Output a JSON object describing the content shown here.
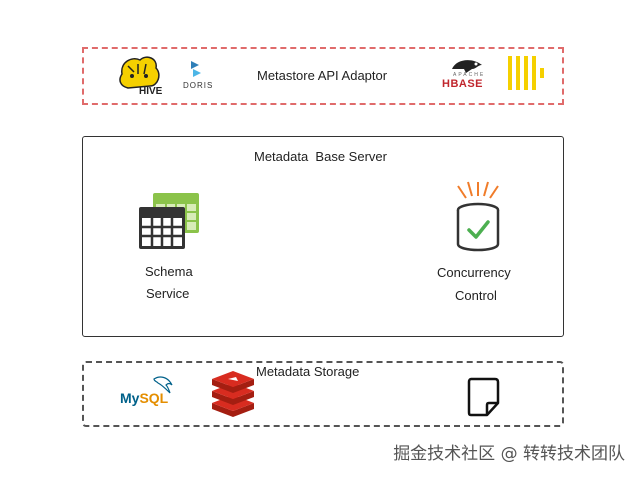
{
  "adaptor": {
    "title": "Metastore API Adaptor",
    "logos": {
      "hive": {
        "icon": "hive-bee-icon",
        "text": "HIVE"
      },
      "doris": {
        "icon": "doris-logo-icon",
        "text": "DORIS"
      },
      "hbase": {
        "icon": "hbase-orca-icon",
        "prefix": "APACHE",
        "text": "HBASE"
      },
      "clickhouse": {
        "icon": "clickhouse-bars-icon"
      }
    },
    "border_color": "#e06b6b"
  },
  "server": {
    "title": "Metadata  Base Server",
    "schema": {
      "icon": "table-grid-icon",
      "line1": "Schema",
      "line2": "Service"
    },
    "concurrency": {
      "icon": "database-check-icon",
      "line1": "Concurrency",
      "line2": "Control"
    }
  },
  "storage": {
    "title": "Metadata Storage",
    "logos": {
      "mysql": {
        "icon": "mysql-dolphin-icon",
        "text_my": "My",
        "text_sql": "SQL"
      },
      "redis": {
        "icon": "redis-stack-icon"
      },
      "file": {
        "icon": "document-icon"
      }
    }
  },
  "watermark": "掘金技术社区 @ 转转技术团队",
  "colors": {
    "hive_yellow": "#f5d000",
    "clickhouse_yellow": "#f5d000",
    "hbase_red": "#c0262d",
    "redis_red": "#d82c20",
    "grid_green": "#8bc34a",
    "check_green": "#4caf50",
    "ray_orange": "#f07c2a",
    "mysql_blue": "#00618a",
    "mysql_orange": "#e48e00"
  }
}
